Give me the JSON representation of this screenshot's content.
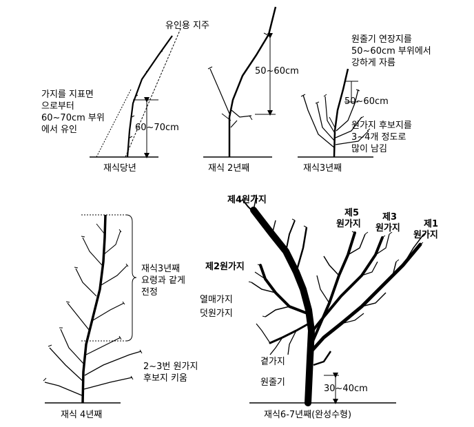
{
  "panel1": {
    "stake_label": "유인용 지주",
    "guide_note": [
      "가지를 지표면",
      "으로부터",
      "60~70cm 부위",
      "에서 유인"
    ],
    "height_label": "60~70cm",
    "caption": "재식당년"
  },
  "panel2": {
    "height_label": "50~60cm",
    "caption": "재식 2년째"
  },
  "panel3": {
    "leader_note": [
      "원줄기 연장지를",
      "50~60cm 부위에서",
      "강하게 자름"
    ],
    "height_label": "50~60cm",
    "candidate_note": [
      "원가지 후보지를",
      "3~4개 정도로",
      "많이 남김"
    ],
    "caption": "재식3년째"
  },
  "panel4": {
    "prune_note": [
      "재식3년째",
      "요령과 같게",
      "전정"
    ],
    "raise_note": [
      "2~3번 원가지",
      "후보지 키움"
    ],
    "caption": "재식 4년째"
  },
  "panel5": {
    "scaffold4": "제4원가지",
    "scaffold5": [
      "제5",
      "원가지"
    ],
    "scaffold3": [
      "제3",
      "원가지"
    ],
    "scaffold1": [
      "제1",
      "원가지"
    ],
    "scaffold2": "제2원가지",
    "fruiting": "열매가지",
    "sub_scaffold": "덧원가지",
    "side_branch": "곁가지",
    "trunk": "원줄기",
    "trunk_height": "30~40cm",
    "caption": "재식6-7년째(완성수형)"
  }
}
